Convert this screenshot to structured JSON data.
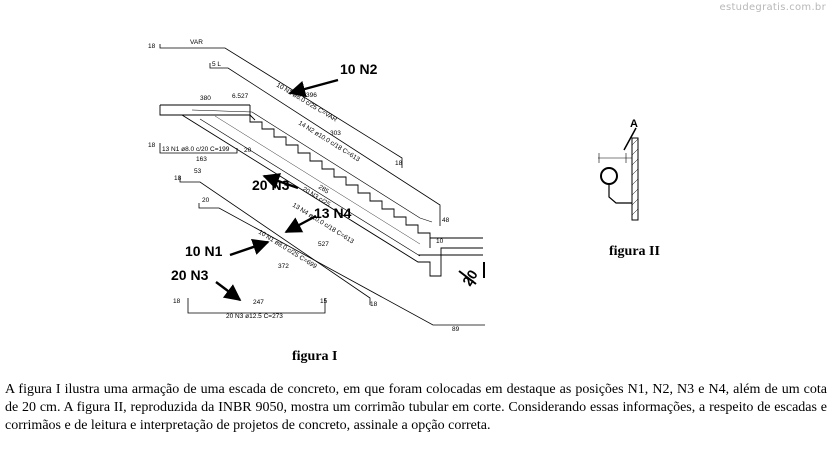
{
  "watermark": "estudegratis.com.br",
  "figure1": {
    "caption": "figura I",
    "callouts": {
      "n2": "10 N2",
      "n3_upper": "20 N3",
      "n4": "13 N4",
      "n1": "10 N1",
      "n3_lower": "20 N3",
      "height": "20"
    },
    "labels": {
      "n2_hook": "18",
      "var": "VAR",
      "n4_hook": "5 L",
      "d380": "380",
      "d652": "6.527",
      "d396": "396",
      "n2_spec": "10 N2 ø8.0 c/25 C=VAR",
      "d303": "303",
      "n4_spec": "14 N2 ø10.0 c/18 C=613",
      "n1_top_hook": "18",
      "n1_top_spec": "13 N1 ø8.0 c/20 C=199",
      "d20a": "20",
      "d163": "163",
      "d18c": "18",
      "d53": "53",
      "n3_spec_a": "20 N3 c/25",
      "d285": "285",
      "d20b": "20",
      "n4b_spec": "13 N4 ø10.0 c/18 C=613",
      "d527": "527",
      "n1_spec": "10 N1 ø8.0 c/25 C=699",
      "d372": "372",
      "d18d": "18",
      "d48": "48",
      "d10": "10",
      "d18e": "18",
      "d247": "247",
      "d15": "15",
      "n3_bot_spec": "20 N3 ø12.5 C=273",
      "d18f": "18",
      "d89": "89"
    }
  },
  "figure2": {
    "caption": "figura II",
    "label_a": "A"
  },
  "paragraph": "A figura I ilustra uma armação de uma escada de concreto, em que foram colocadas em destaque as posições N1, N2, N3 e N4, além de um cota de 20 cm. A figura II, reproduzida da INBR 9050, mostra um corrimão tubular em corte. Considerando essas informações, a respeito de escadas e corrimãos e de leitura e interpretação de projetos de concreto, assinale a opção correta."
}
